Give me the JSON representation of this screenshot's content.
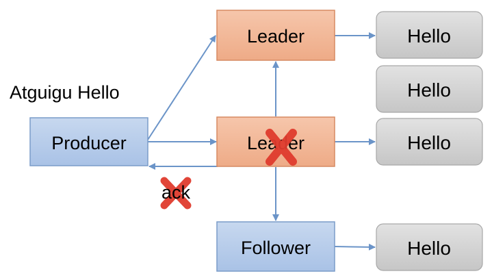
{
  "diagram": {
    "message": "Atguigu Hello",
    "producer": {
      "label": "Producer"
    },
    "leader_new": {
      "label": "Leader"
    },
    "leader_old": {
      "label": "Leader"
    },
    "follower": {
      "label": "Follower"
    },
    "hello_boxes": [
      {
        "label": "Hello"
      },
      {
        "label": "Hello"
      },
      {
        "label": "Hello"
      },
      {
        "label": "Hello"
      }
    ],
    "ack": {
      "label": "ack"
    }
  },
  "colors": {
    "producer_fill": "#b4cbe9",
    "producer_stroke": "#7a9cc9",
    "leader_fill": "#f2b89a",
    "leader_stroke": "#d78a62",
    "follower_fill": "#b4cbe9",
    "follower_stroke": "#7a9cc9",
    "hello_fill": "#d2d2d2",
    "hello_stroke": "#a8a8a8",
    "arrow": "#6b94c8",
    "fail_mark": "#e03c2e"
  }
}
